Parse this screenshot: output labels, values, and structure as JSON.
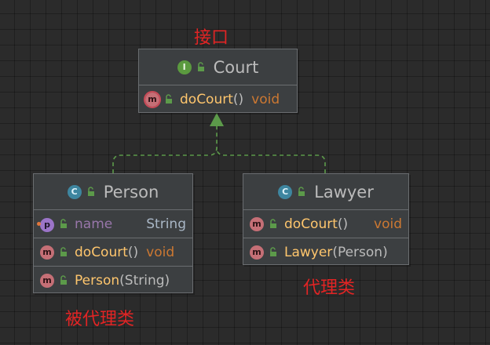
{
  "annotations": {
    "interface": "接口",
    "subject": "被代理类",
    "proxy": "代理类"
  },
  "interface_box": {
    "kind_letter": "I",
    "name": "Court",
    "method": {
      "name": "doCourt",
      "parens": "()",
      "returns": "void",
      "kind_letter": "m"
    }
  },
  "person_box": {
    "kind_letter": "C",
    "name": "Person",
    "field": {
      "kind_letter": "p",
      "name": "name",
      "type": "String"
    },
    "method": {
      "kind_letter": "m",
      "name": "doCourt",
      "parens": "()",
      "returns": "void"
    },
    "constructor": {
      "kind_letter": "m",
      "name": "Person",
      "params": "(String)"
    }
  },
  "lawyer_box": {
    "kind_letter": "C",
    "name": "Lawyer",
    "method": {
      "kind_letter": "m",
      "name": "doCourt",
      "parens": "()",
      "returns": "void"
    },
    "constructor": {
      "kind_letter": "m",
      "name": "Lawyer",
      "params": "(Person)"
    }
  },
  "colors": {
    "background": "#2b2b2b",
    "box": "#3c3f41",
    "border": "#6a6d70",
    "edge": "#5c9a4a",
    "annotation": "#e22424",
    "method_name": "#ffc66d",
    "return_type": "#cc7832",
    "field_name": "#9876aa"
  },
  "icons": {
    "interface": "interface-icon",
    "class": "class-icon",
    "method": "method-icon",
    "property": "property-icon",
    "visibility": "unlocked-public-icon"
  }
}
